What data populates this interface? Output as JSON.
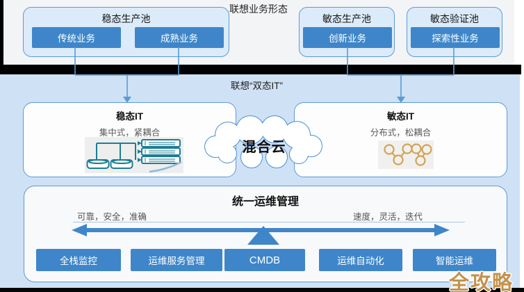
{
  "labels": {
    "business_forms": "联想业务形态",
    "dual_state_it": "联想“双态IT”"
  },
  "business_pools": [
    {
      "title": "稳态生产池",
      "items": [
        "传统业务",
        "成熟业务"
      ]
    },
    {
      "title": "敏态生产池",
      "items": [
        "创新业务"
      ]
    },
    {
      "title": "敏态验证池",
      "items": [
        "探索性业务"
      ]
    }
  ],
  "it_boxes": [
    {
      "title": "稳态IT",
      "subtitle": "集中式，紧耦合",
      "icon": "server-tree-icon"
    },
    {
      "title": "敏态IT",
      "subtitle": "分布式，松耦合",
      "icon": "network-nodes-icon"
    }
  ],
  "cloud": {
    "label": "混合云",
    "icon": "cloud-shape"
  },
  "ops_panel": {
    "title": "统一运维管理",
    "left_label": "可靠，安全，准确",
    "right_label": "速度，灵活，迭代",
    "buttons": [
      "全栈监控",
      "运维服务管理",
      "CMDB",
      "运维自动化",
      "智能运维"
    ]
  },
  "watermark": "全攻略",
  "colors": {
    "accent_blue": "#3e86c9",
    "border_blue": "#5b9bd5",
    "connector_blue": "#5b9bd5",
    "main_background": "#cfe1f5",
    "pool_fill": "#dcebf9",
    "panel_fill": "#f8f9fa",
    "top_background": "#f3f4f6",
    "letterbox_black": "#000000",
    "server_icon_teal": "#1d7d95",
    "network_icon_gold": "#d2a355",
    "watermark_gold": "#c4924b"
  }
}
